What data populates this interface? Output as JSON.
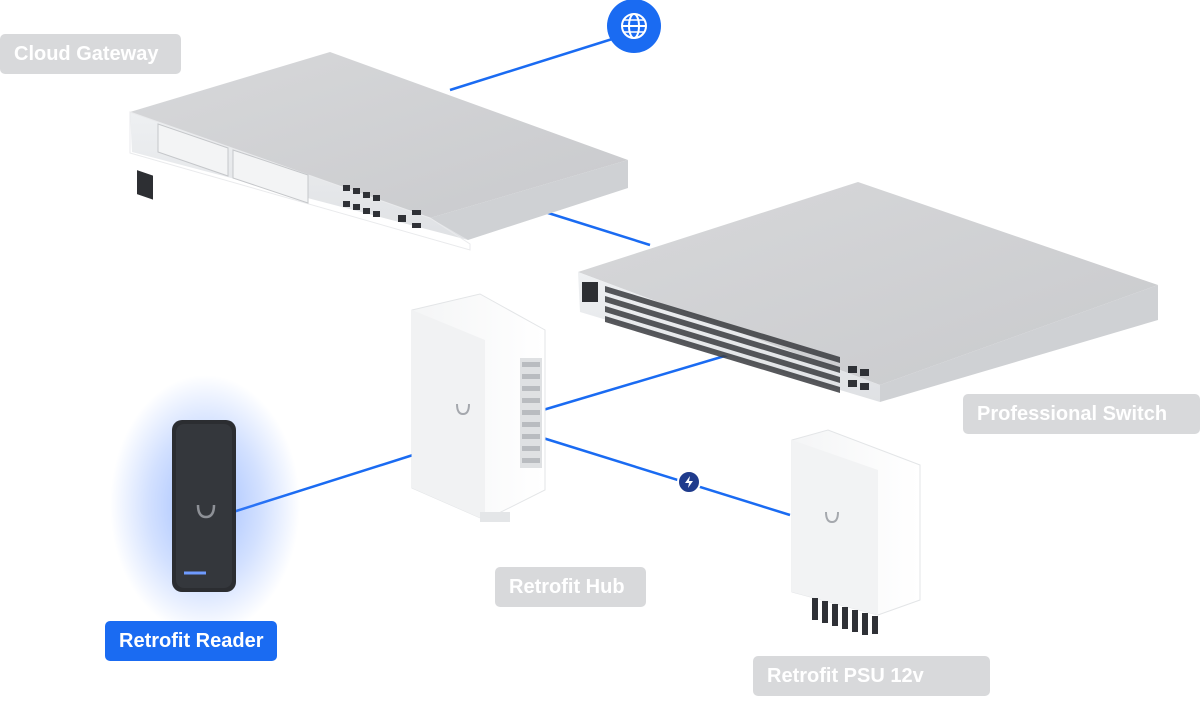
{
  "labels": {
    "cloud_gateway": "Cloud Gateway",
    "professional_switch": "Professional Switch",
    "retrofit_hub": "Retrofit Hub",
    "retrofit_reader": "Retrofit Reader",
    "retrofit_psu": "Retrofit PSU 12v"
  },
  "icons": {
    "internet": "globe-icon",
    "power": "bolt-icon"
  },
  "selected_device": "Retrofit Reader",
  "colors": {
    "connection_line": "#1a6bf2",
    "selected_label_bg": "#1a6bf2",
    "label_bg": "#d8d9db",
    "label_text": "#ffffff",
    "reader_glow": "#4f86ff"
  }
}
